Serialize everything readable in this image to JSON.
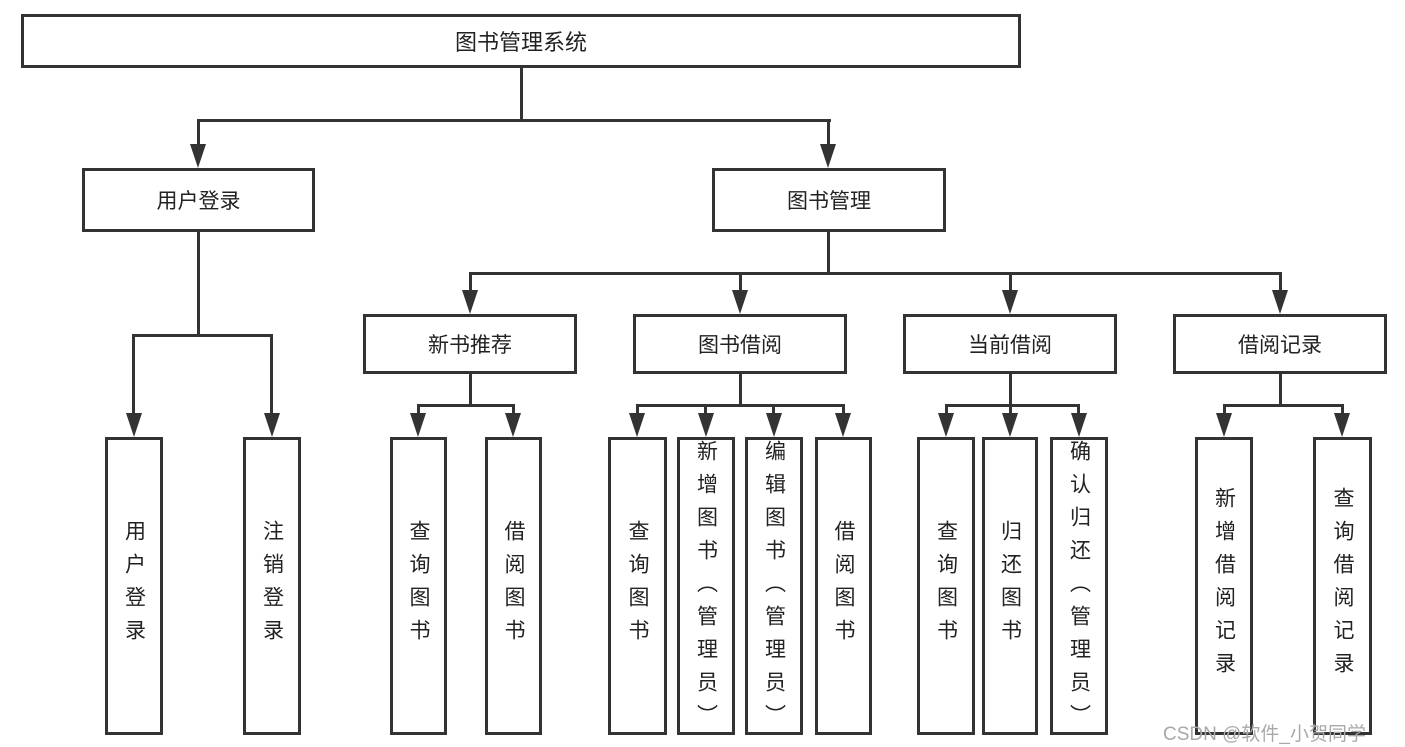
{
  "diagram_title": "图书管理系统",
  "tree": {
    "root": "图书管理系统",
    "children": [
      {
        "label": "用户登录",
        "children": [
          {
            "label": "用户登录"
          },
          {
            "label": "注销登录"
          }
        ]
      },
      {
        "label": "图书管理",
        "children": [
          {
            "label": "新书推荐",
            "children": [
              {
                "label": "查询图书"
              },
              {
                "label": "借阅图书"
              }
            ]
          },
          {
            "label": "图书借阅",
            "children": [
              {
                "label": "查询图书"
              },
              {
                "label": "新增图书（管理员）"
              },
              {
                "label": "编辑图书（管理员）"
              },
              {
                "label": "借阅图书"
              }
            ]
          },
          {
            "label": "当前借阅",
            "children": [
              {
                "label": "查询图书"
              },
              {
                "label": "归还图书"
              },
              {
                "label": "确认归还（管理员）"
              }
            ]
          },
          {
            "label": "借阅记录",
            "children": [
              {
                "label": "新增借阅记录"
              },
              {
                "label": "查询借阅记录"
              }
            ]
          }
        ]
      }
    ]
  },
  "watermark": {
    "text": "CSDN @软件_小贺同学"
  },
  "colors": {
    "line": "#333333",
    "text": "#222222",
    "watermark": "#a9a9a9",
    "background": "#ffffff"
  }
}
